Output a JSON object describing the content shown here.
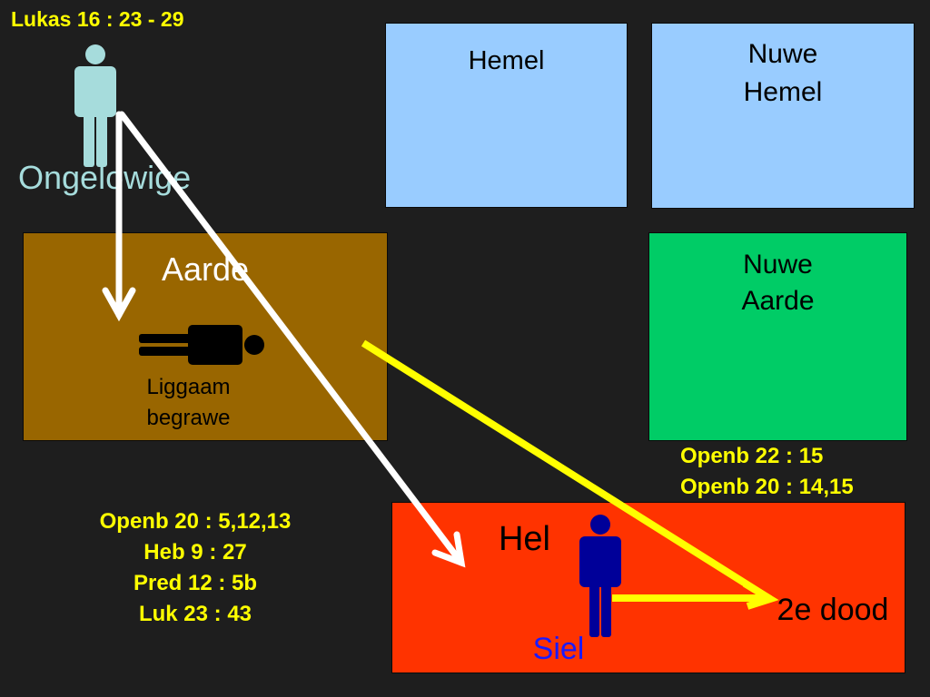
{
  "reference": "Lukas 16 : 23 - 29",
  "person_label": "Ongelowige",
  "boxes": {
    "heaven": "Hemel",
    "new_heaven_line1": "Nuwe",
    "new_heaven_line2": "Hemel",
    "earth": "Aarde",
    "new_earth_line1": "Nuwe",
    "new_earth_line2": "Aarde",
    "hell": "Hel"
  },
  "body_label_line1": "Liggaam",
  "body_label_line2": "begrawe",
  "soul_label": "Siel",
  "second_death": "2e dood",
  "refs_left": [
    "Openb 20 : 5,12,13",
    "Heb 9 : 27",
    "Pred 12 : 5b",
    "Luk 23 : 43"
  ],
  "refs_right": [
    "Openb 22 : 15",
    "Openb 20 : 14,15"
  ],
  "colors": {
    "background": "#1e1e1e",
    "heaven": "#99ccff",
    "earth": "#996600",
    "new_earth": "#00cc66",
    "hell": "#ff3300",
    "unbeliever": "#a6dcdc",
    "soul": "#000099",
    "reference_text": "#ffff00",
    "arrow_white": "#ffffff",
    "arrow_yellow": "#ffff00"
  },
  "icons": [
    "standing-person-icon",
    "lying-body-icon",
    "soul-person-icon"
  ]
}
